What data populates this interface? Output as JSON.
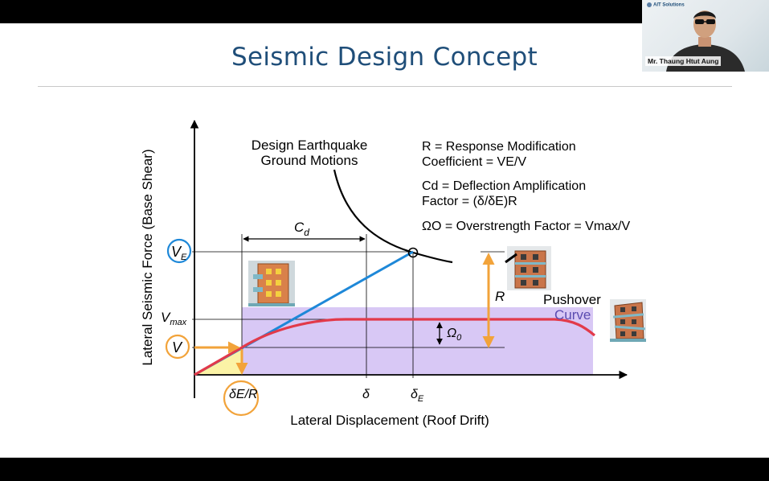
{
  "slide": {
    "title": "Seismic Design Concept"
  },
  "diagram": {
    "y_axis_label": "Lateral Seismic Force (Base Shear)",
    "x_axis_label": "Lateral Displacement (Roof Drift)",
    "ground_motion_label_line1": "Design Earthquake",
    "ground_motion_label_line2": "Ground Motions",
    "cd_label": "C",
    "cd_sub": "d",
    "ve_label": "V",
    "ve_sub": "E",
    "vmax_label": "V",
    "vmax_sub": "max",
    "v_label": "V",
    "de_over_r_label": "δE/R",
    "delta_label": "δ",
    "delta_e_label": "δ",
    "delta_e_sub": "E",
    "r_marker_label": "R",
    "omega_marker_label": "Ω",
    "omega_marker_sub": "0",
    "pushover_label": "Pushover",
    "curve_label": "Curve",
    "definitions": {
      "r_line1": "R = Response Modification",
      "r_line2": "Coefficient = VE/V",
      "cd_line1": "Cd = Deflection Amplification",
      "cd_line2": "Factor = (δ/δE)R",
      "omega_line": "ΩO = Overstrength Factor = Vmax/V"
    },
    "colors": {
      "elastic_line": "#1e88d8",
      "pushover_curve": "#e23a4a",
      "highlight_circle": "#f2a33a",
      "ve_circle": "#1e88d8",
      "inelastic_zone": "#d8c8f5",
      "elastic_zone": "#fbf3a6",
      "arrow_orange": "#f2a33a"
    }
  },
  "presenter": {
    "logo_text": "AIT Solutions",
    "name": "Mr. Thaung Htut Aung"
  }
}
